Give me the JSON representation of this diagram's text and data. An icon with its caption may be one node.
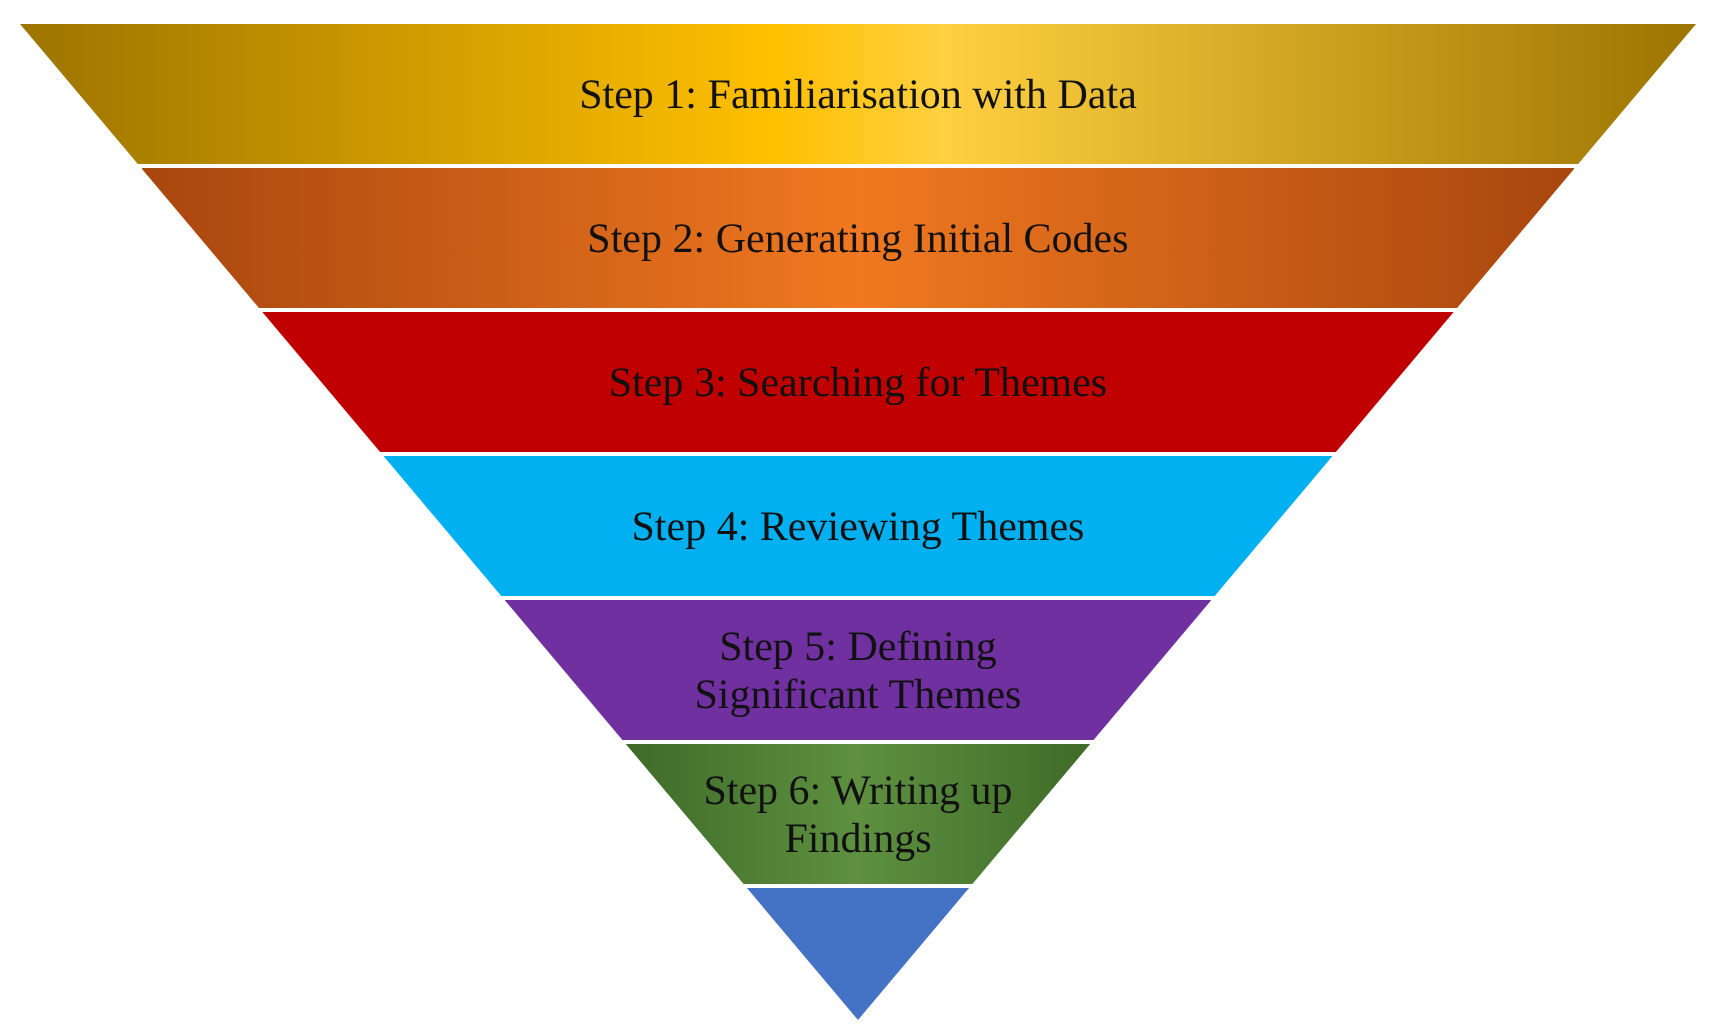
{
  "diagram": {
    "nodes": [
      {
        "text": [
          "Step 1: Familiarisation with Data"
        ]
      },
      {
        "text": [
          "Step 2: Generating Initial Codes"
        ]
      },
      {
        "text": [
          "Step 3: Searching for Themes"
        ]
      },
      {
        "text": [
          "Step 4: Reviewing Themes"
        ]
      },
      {
        "text": [
          "Step 5: Defining Significant Themes"
        ]
      },
      {
        "text": [
          "Step 6: Writing up Findings"
        ]
      },
      {
        "text": [],
        "shape": "triangle"
      }
    ]
  }
}
